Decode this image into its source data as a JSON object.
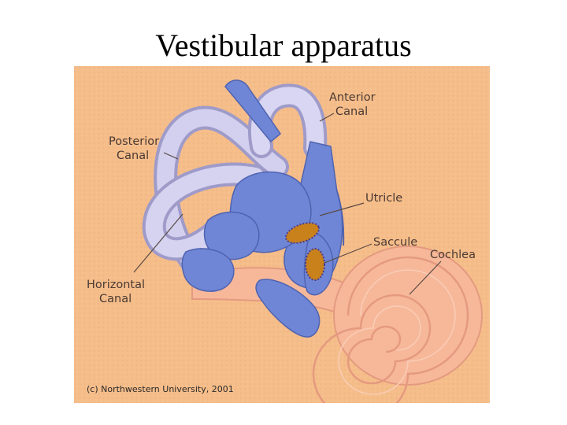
{
  "title": "Vestibular apparatus",
  "figure": {
    "labels": {
      "anterior_1": "Anterior",
      "anterior_2": "Canal",
      "posterior_1": "Posterior",
      "posterior_2": "Canal",
      "utricle": "Utricle",
      "saccule": "Saccule",
      "cochlea": "Cochlea",
      "horizontal_1": "Horizontal",
      "horizontal_2": "Canal"
    },
    "copyright": "(c) Northwestern University, 2001"
  },
  "colors": {
    "background": "#f5bd8a",
    "canal": "#c9c7e6",
    "membranous": "#6f86d6",
    "cochlea": "#f7b89a",
    "macula": "#c9811c"
  }
}
